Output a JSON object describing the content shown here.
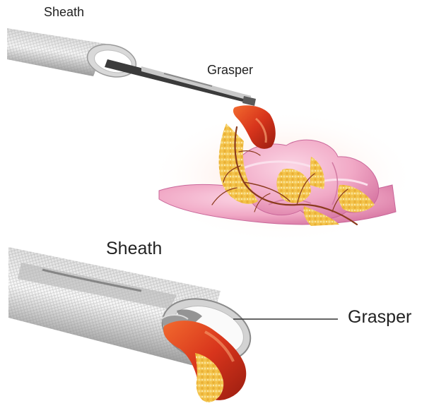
{
  "top_panel": {
    "sheath_label": "Sheath",
    "grasper_label": "Grasper"
  },
  "bottom_panel": {
    "sheath_label": "Sheath",
    "grasper_label": "Grasper"
  },
  "colors": {
    "sheath_metal": "#a9a9a9",
    "tissue_red": "#d8351c",
    "fat_yellow": "#f3c24a",
    "bowel_pink": "#f1a9c6",
    "vessel_brown": "#8a3a1c"
  }
}
